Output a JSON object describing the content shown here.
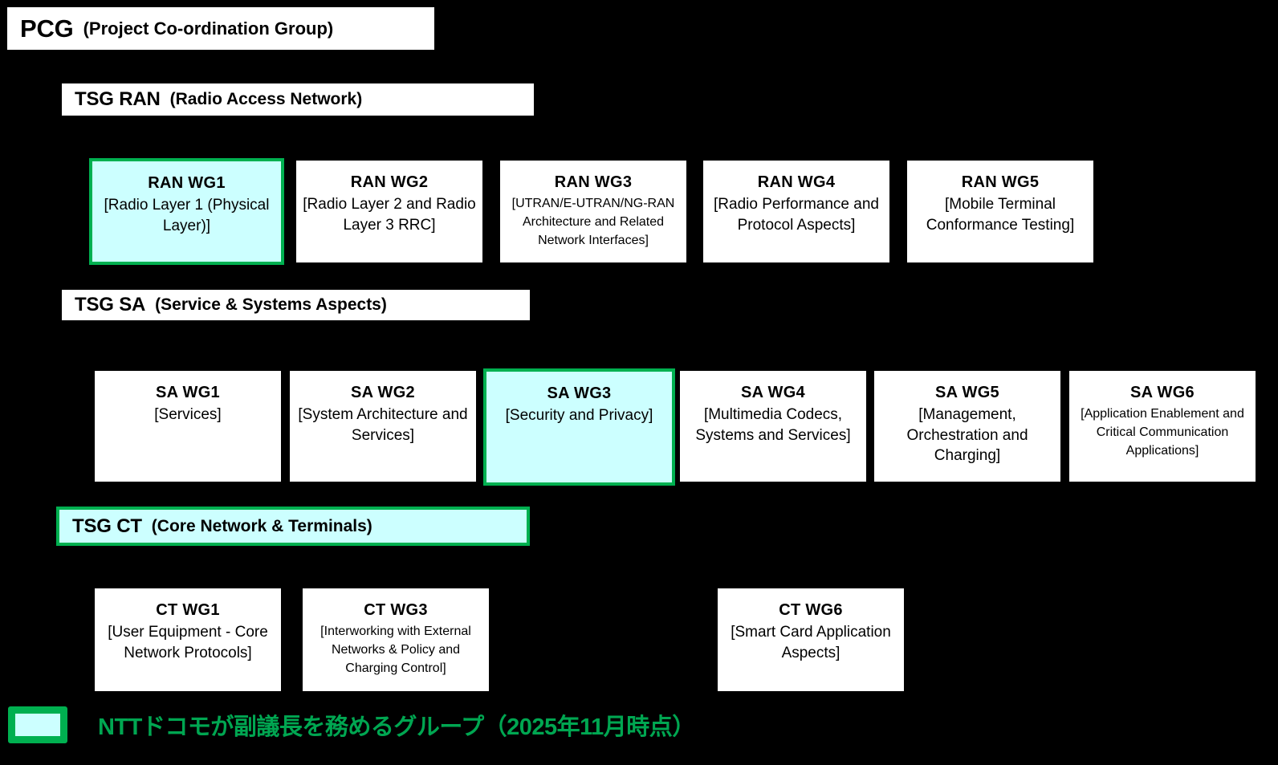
{
  "diagram": {
    "title_bars": [
      {
        "id": "pcg",
        "abbr": "PCG",
        "full": "(Project Co-ordination Group)",
        "highlighted": false
      },
      {
        "id": "tsg-ran",
        "abbr": "TSG RAN",
        "full": "(Radio Access Network)",
        "highlighted": false
      },
      {
        "id": "tsg-sa",
        "abbr": "TSG SA",
        "full": "(Service & Systems Aspects)",
        "highlighted": false
      },
      {
        "id": "tsg-ct",
        "abbr": "TSG CT",
        "full": "(Core Network & Terminals)",
        "highlighted": true
      }
    ],
    "ran_working_groups": [
      {
        "title": "RAN WG1",
        "desc": "[Radio Layer 1 (Physical Layer)]",
        "highlighted": true
      },
      {
        "title": "RAN WG2",
        "desc": "[Radio Layer 2 and Radio Layer 3 RRC]",
        "highlighted": false
      },
      {
        "title": "RAN WG3",
        "desc": "[UTRAN/E-UTRAN/NG-RAN Architecture and Related Network Interfaces]",
        "highlighted": false
      },
      {
        "title": "RAN WG4",
        "desc": "[Radio Performance and Protocol Aspects]",
        "highlighted": false
      },
      {
        "title": "RAN WG5",
        "desc": "[Mobile Terminal Conformance Testing]",
        "highlighted": false
      }
    ],
    "sa_working_groups": [
      {
        "title": "SA WG1",
        "desc": "[Services]",
        "highlighted": false
      },
      {
        "title": "SA WG2",
        "desc": "[System Architecture and Services]",
        "highlighted": false
      },
      {
        "title": "SA WG3",
        "desc": "[Security and Privacy]",
        "highlighted": true
      },
      {
        "title": "SA WG4",
        "desc": "[Multimedia Codecs, Systems and Services]",
        "highlighted": false
      },
      {
        "title": "SA WG5",
        "desc": "[Management, Orchestration and Charging]",
        "highlighted": false
      },
      {
        "title": "SA WG6",
        "desc": "[Application Enablement and Critical Communication Applications]",
        "highlighted": false
      }
    ],
    "ct_working_groups": [
      {
        "title": "CT WG1",
        "desc": "[User Equipment - Core Network Protocols]",
        "highlighted": false
      },
      {
        "title": "CT WG3",
        "desc": "[Interworking with External Networks & Policy and Charging Control]",
        "highlighted": false
      },
      {
        "title": "CT WG6",
        "desc": "[Smart Card Application Aspects]",
        "highlighted": false
      }
    ],
    "legend": {
      "swatch_label": "highlight-swatch",
      "text": "NTTドコモが副議長を務めるグループ（2025年11月時点）"
    },
    "colors": {
      "highlight_border": "#00B050",
      "highlight_fill": "#CCFFFF",
      "legend_text": "#00A651",
      "background": "#000000",
      "box_fill": "#FFFFFF"
    }
  }
}
